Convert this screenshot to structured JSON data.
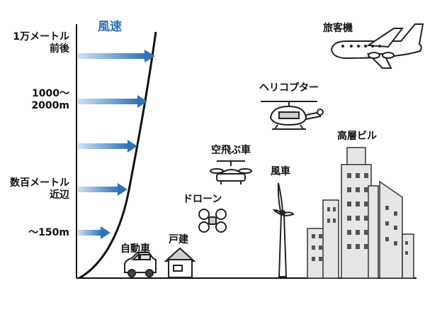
{
  "wind_profile": {
    "title": "風速",
    "altitude_labels": [
      {
        "line1": "1万メートル",
        "line2": "前後"
      },
      {
        "line1": "1000～",
        "line2": "2000m"
      },
      {
        "line1": "数百メートル",
        "line2": "近辺"
      },
      {
        "line1": "～150m",
        "line2": ""
      }
    ]
  },
  "objects": {
    "airplane": "旅客機",
    "helicopter": "ヘリコプター",
    "flying_car": "空飛ぶ車",
    "drone": "ドローン",
    "wind_turbine": "風車",
    "car": "自動車",
    "house": "戸建",
    "buildings": "高層ビル"
  },
  "colors": {
    "arrow": "#2f72b8",
    "building_fill": "#e6e6e6",
    "building_stroke": "#333333"
  }
}
